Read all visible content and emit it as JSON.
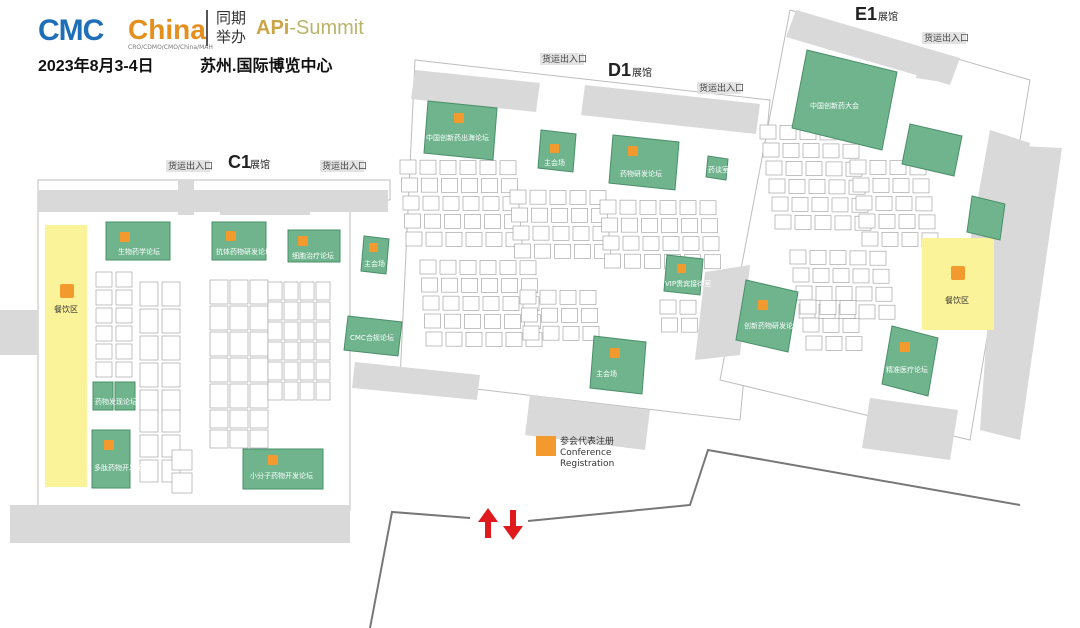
{
  "header": {
    "logo_cmc": "CMC",
    "logo_china": "China",
    "logo_subtitle": "CRO/CDMO/CMO/China/MAH",
    "cohost_label": "同期举办",
    "api_prefix": "APi",
    "api_suffix": "-Summit",
    "date": "2023年8月3-4日",
    "venue": "苏州.国际博览中心"
  },
  "halls": {
    "c1": {
      "title": "C1",
      "cn": "展馆"
    },
    "d1": {
      "title": "D1",
      "cn": "展馆"
    },
    "e1": {
      "title": "E1",
      "cn": "展馆"
    }
  },
  "dock_label": "货运出入口",
  "green_zones": [
    "生物药学论坛",
    "抗体药物研发论坛",
    "细胞治疗论坛",
    "中国创新药出海论坛",
    "主会场",
    "主会场",
    "药物研发论坛",
    "中国创新药大会",
    "药谈室",
    "VIP贵宾接待室",
    "CMC合规论坛",
    "小分子药物开发论坛",
    "多肽药物开发论坛",
    "药物发现论坛",
    "主会场",
    "创新药物研发论坛",
    "精准医疗论坛"
  ],
  "food_label": "餐饮区",
  "registration": {
    "cn": "参会代表注册",
    "en1": "Conference",
    "en2": "Registration"
  },
  "colors": {
    "green_zone": "#6fb48d",
    "food_zone": "#fbf39a",
    "accent_orange": "#f29a2e",
    "arrow_red": "#e0191c",
    "logo_blue": "#1f6fb8"
  }
}
